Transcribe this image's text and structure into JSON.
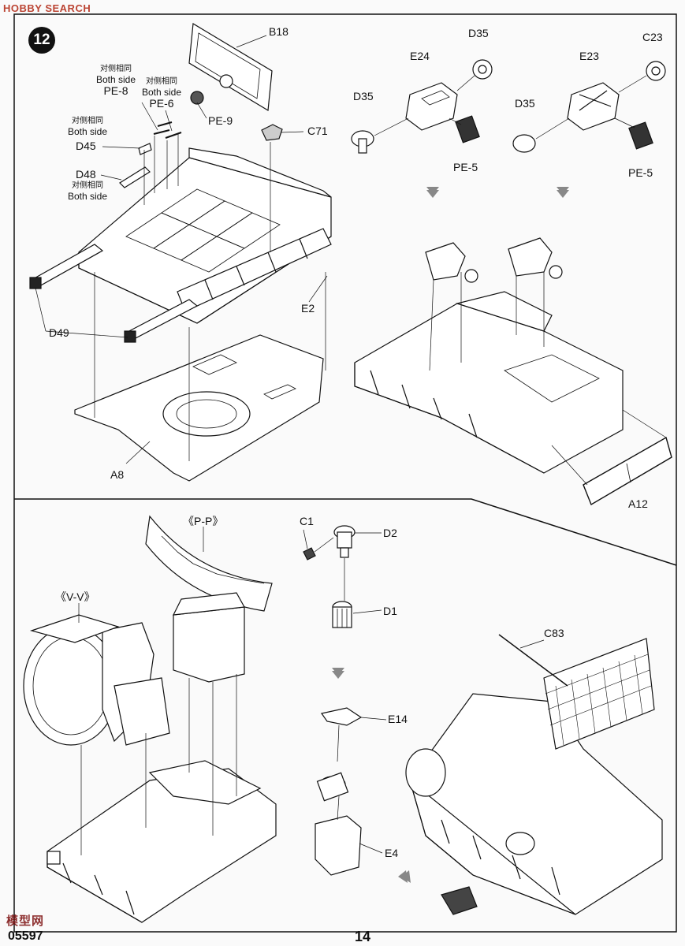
{
  "watermark_top": "HOBBY SEARCH",
  "watermark_bottom": "模型网",
  "step_number": "12",
  "page_number": "14",
  "kit_number": "05597",
  "callouts_top": {
    "b18": "B18",
    "pe8_cn": "对侧相同",
    "pe8_en": "Both side",
    "pe8": "PE-8",
    "pe6_cn": "对侧相同",
    "pe6_en": "Both side",
    "pe6": "PE-6",
    "pe9": "PE-9",
    "c71": "C71",
    "d45_cn": "对侧相同",
    "d45_en": "Both side",
    "d45": "D45",
    "d48": "D48",
    "d48_cn": "对侧相同",
    "d48_en": "Both side",
    "d49": "D49",
    "e2": "E2",
    "a8": "A8",
    "d35_a": "D35",
    "e24": "E24",
    "d35_b": "D35",
    "pe5_a": "PE-5",
    "e23": "E23",
    "c23": "C23",
    "d35_c": "D35",
    "pe5_b": "PE-5",
    "a12": "A12"
  },
  "callouts_bottom": {
    "pp": "《P-P》",
    "vv": "《V-V》",
    "c1": "C1",
    "d2": "D2",
    "d1": "D1",
    "c83": "C83",
    "e14": "E14",
    "e4": "E4"
  },
  "colors": {
    "ink": "#111111",
    "paper": "#fafafa",
    "watermark": "#b43030"
  }
}
